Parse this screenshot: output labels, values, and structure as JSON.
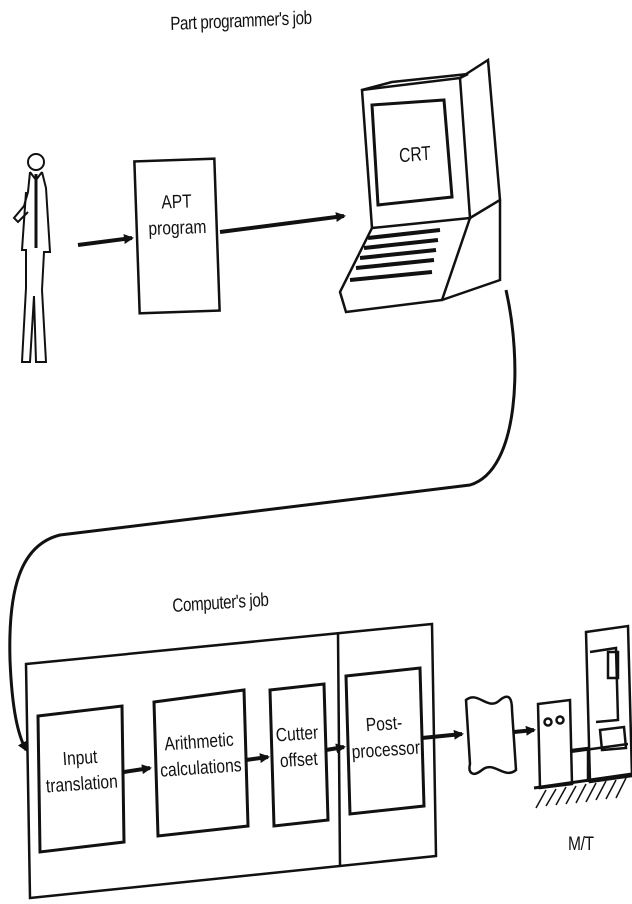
{
  "headings": {
    "part_programmer": "Part programmer's job",
    "computer": "Computer's job"
  },
  "apt": {
    "line1": "APT",
    "line2": "program"
  },
  "crt": {
    "label": "CRT"
  },
  "steps": [
    {
      "line1": "Input",
      "line2": "translation"
    },
    {
      "line1": "Arithmetic",
      "line2": "calculations"
    },
    {
      "line1": "Cutter",
      "line2": "offset"
    },
    {
      "line1": "Post-",
      "line2": "processor"
    }
  ],
  "machine_tool": {
    "label": "M/T"
  }
}
